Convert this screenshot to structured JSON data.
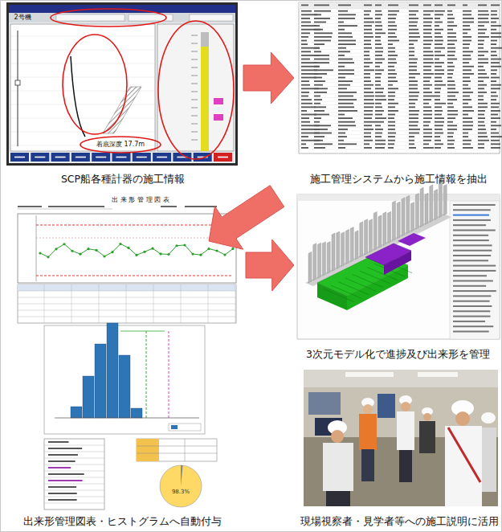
{
  "diagram": {
    "nodes": [
      {
        "text": [
          "SCP船各種計器の施工情報"
        ]
      },
      {
        "text": [
          "施工管理システムから施工情報を抽出"
        ]
      },
      {
        "text": [
          "出来形管理図表・ヒストグラムへ自動付与"
        ]
      },
      {
        "text": [
          "3次元モデル化で進捗及び出来形を管理"
        ]
      },
      {
        "text": [
          "現場視察者・見学者等への施工説明に活用"
        ]
      }
    ],
    "edges": [
      {
        "from": 0,
        "to": 1,
        "arrow": "to"
      },
      {
        "from": 1,
        "to": 2,
        "arrow": "to"
      },
      {
        "from": 2,
        "to": 3,
        "arrow": "to"
      }
    ],
    "labels": [
      "2号機",
      "着底深度 17.7m",
      "出 来 形 管 理 図 表",
      "98.3%"
    ]
  }
}
